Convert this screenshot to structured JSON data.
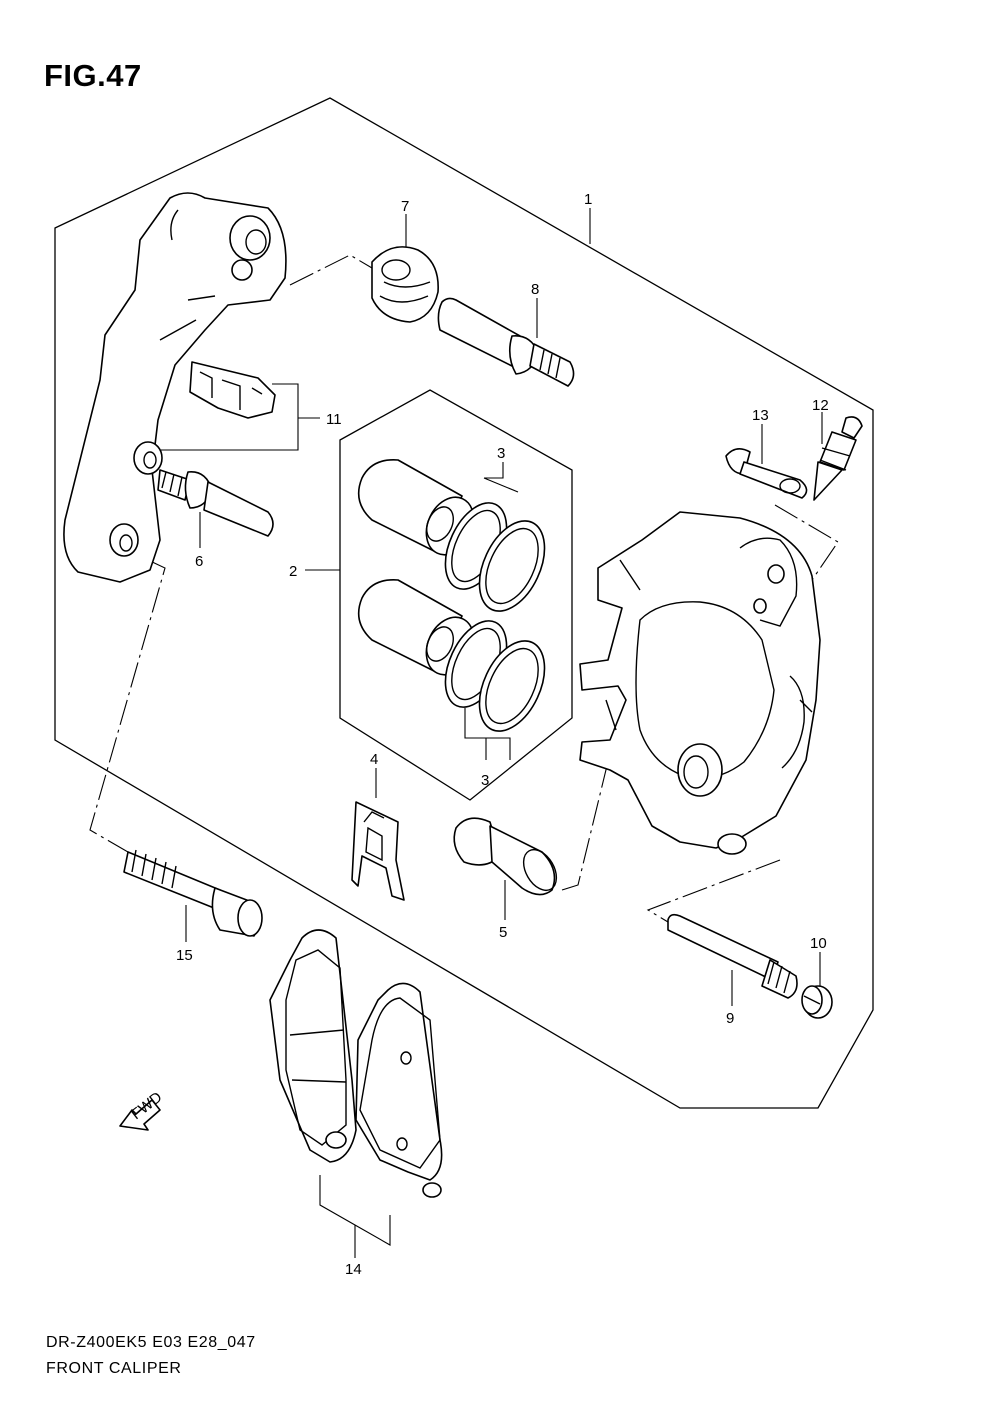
{
  "figure": {
    "title": "FIG.47",
    "code": "DR-Z400EK5 E03 E28_047",
    "name": "FRONT CALIPER"
  },
  "callouts": {
    "c1": "1",
    "c2": "2",
    "c3a": "3",
    "c3b": "3",
    "c4": "4",
    "c5": "5",
    "c6": "6",
    "c7": "7",
    "c8": "8",
    "c9": "9",
    "c10": "10",
    "c11": "11",
    "c12": "12",
    "c13": "13",
    "c14": "14",
    "c15": "15"
  },
  "fwd_label": "FWD"
}
